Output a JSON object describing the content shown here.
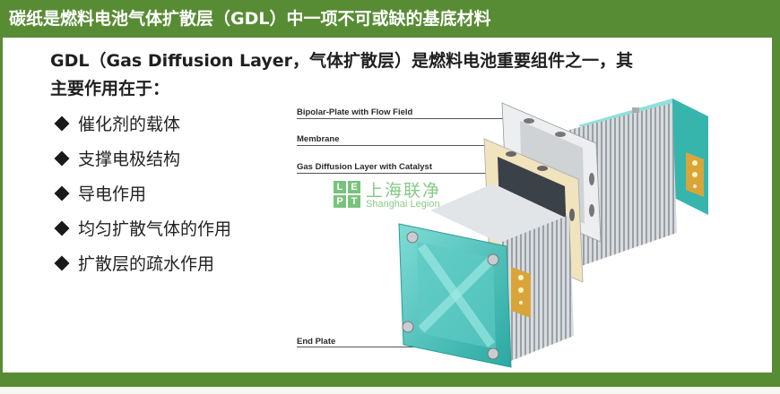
{
  "header": {
    "title": "碳纸是燃料电池气体扩散层（GDL）中一项不可或缺的基底材料"
  },
  "intro": {
    "line1": "GDL（Gas Diffusion Layer，气体扩散层）是燃料电池重要组件之一，其",
    "line2": "主要作用在于："
  },
  "bullets": [
    {
      "label": "催化剂的载体"
    },
    {
      "label": "支撑电极结构"
    },
    {
      "label": "导电作用"
    },
    {
      "label": "均匀扩散气体的作用"
    },
    {
      "label": "扩散层的疏水作用"
    }
  ],
  "diagram": {
    "labels": {
      "bipolar": "Bipolar-Plate with Flow Field",
      "membrane": "Membrane",
      "gdl": "Gas Diffusion Layer with Catalyst",
      "end_plate": "End Plate"
    },
    "colors": {
      "end_plate": "#3fbdb6",
      "fins": "#c9cdd1",
      "membrane": "#f1e3bd",
      "bipolar": "#e6e8ea",
      "terminal": "#d9a53a",
      "dark_window": "#3a4148"
    }
  },
  "watermark": {
    "letters": [
      "L",
      "E",
      "P",
      "T"
    ],
    "cn": "上海联净",
    "en": "Shanghai Legion"
  },
  "theme": {
    "accent": "#588c34"
  }
}
